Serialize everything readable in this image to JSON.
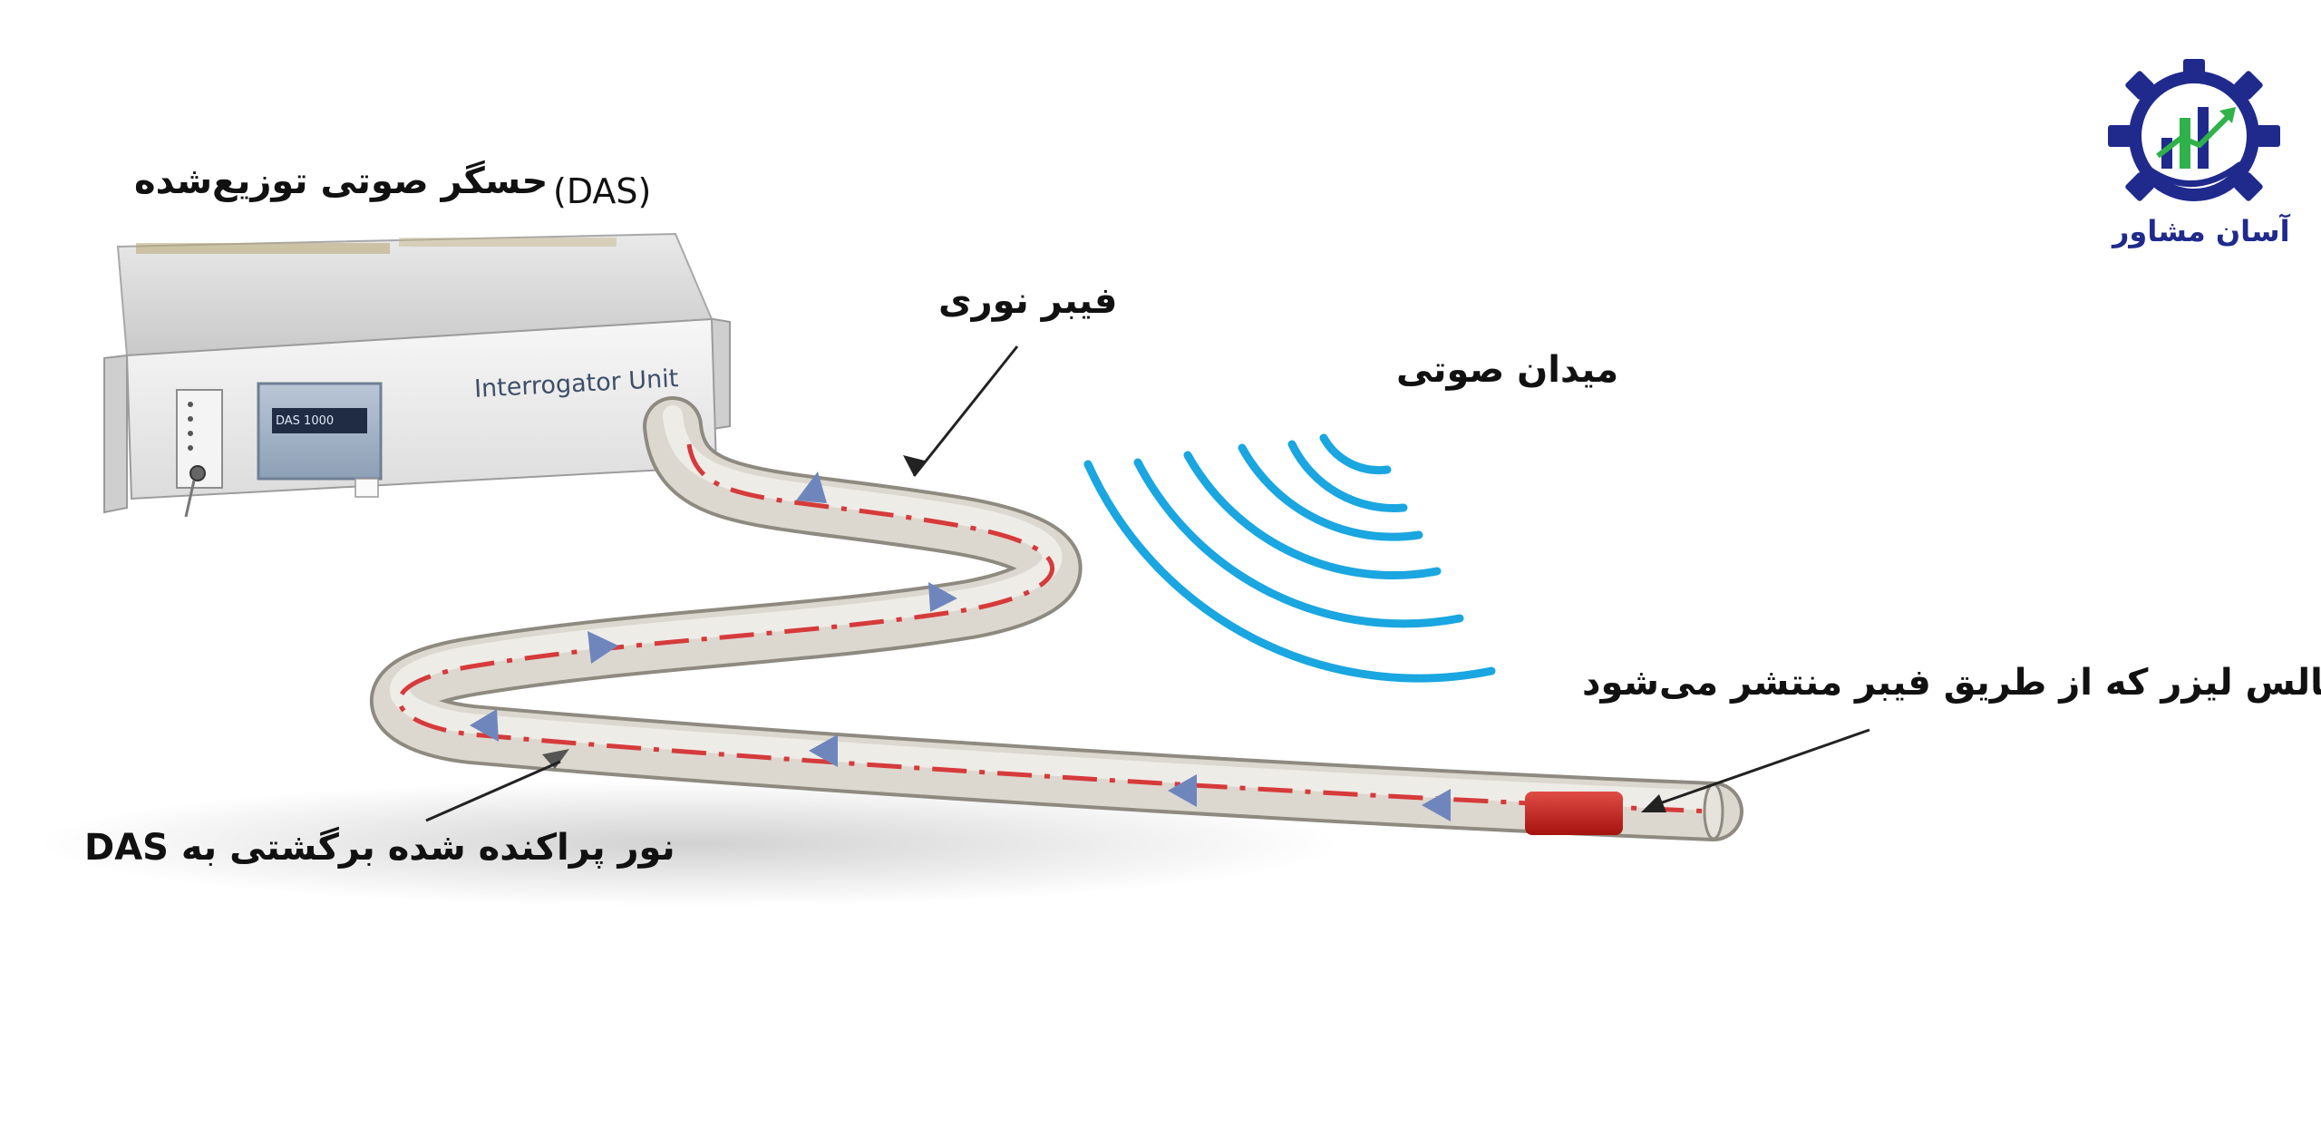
{
  "title": {
    "fa": "حسگر صوتی توزیع‌شده",
    "abbr": "(DAS)"
  },
  "labels": {
    "optical_fiber": "فیبر نوری",
    "acoustic_field": "میدان صوتی",
    "laser_pulse": "پالس لیزر که از طریق فیبر منتشر می‌شود",
    "backscatter": "نور پراکنده شده برگشتی به DAS"
  },
  "device": {
    "name": "Interrogator Unit",
    "display": "DAS 1000"
  },
  "logo": {
    "name": "آسان مشاور"
  },
  "colors": {
    "fiber_dash": "#d63a3a",
    "arrows": "#6f86bd",
    "acoustic_waves": "#1aa6e0",
    "laser_pulse": "#c8201e",
    "logo_navy": "#1f2a8c",
    "logo_green": "#2fb24a"
  }
}
